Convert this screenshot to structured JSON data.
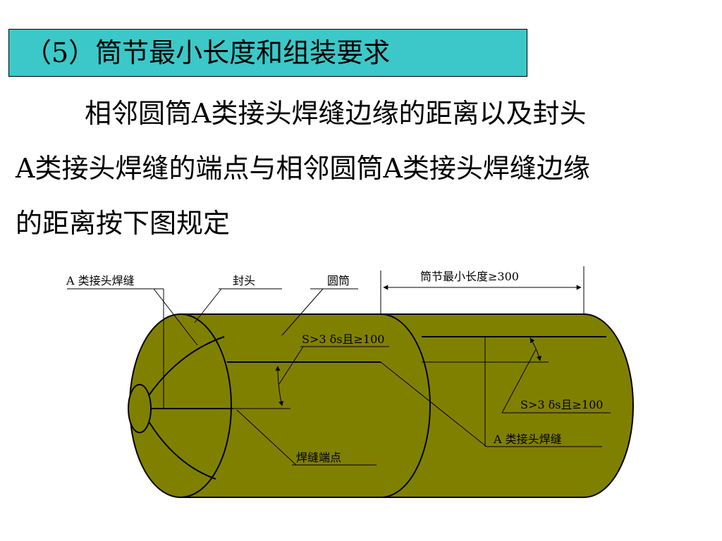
{
  "title": "（5）筒节最小长度和组装要求",
  "paragraph": [
    "相邻圆筒A类接头焊缝边缘的距离以及封头",
    "A类接头焊缝的端点与相邻圆筒A类接头焊缝边缘",
    "的距离按下图规定"
  ],
  "diagram": {
    "labels": {
      "head_weld": "A 类接头焊缝",
      "head": "封头",
      "cylinder": "圆筒",
      "min_length": "筒节最小长度≥300",
      "spacing_1": "S>3 δs且≥100",
      "spacing_2": "S>3 δs且≥100",
      "cylinder_weld": "A 类接头焊缝",
      "weld_end": "焊缝端点"
    },
    "colors": {
      "body_fill": "#808000",
      "stroke": "#000000",
      "title_bg": "#3cc8c8"
    }
  }
}
